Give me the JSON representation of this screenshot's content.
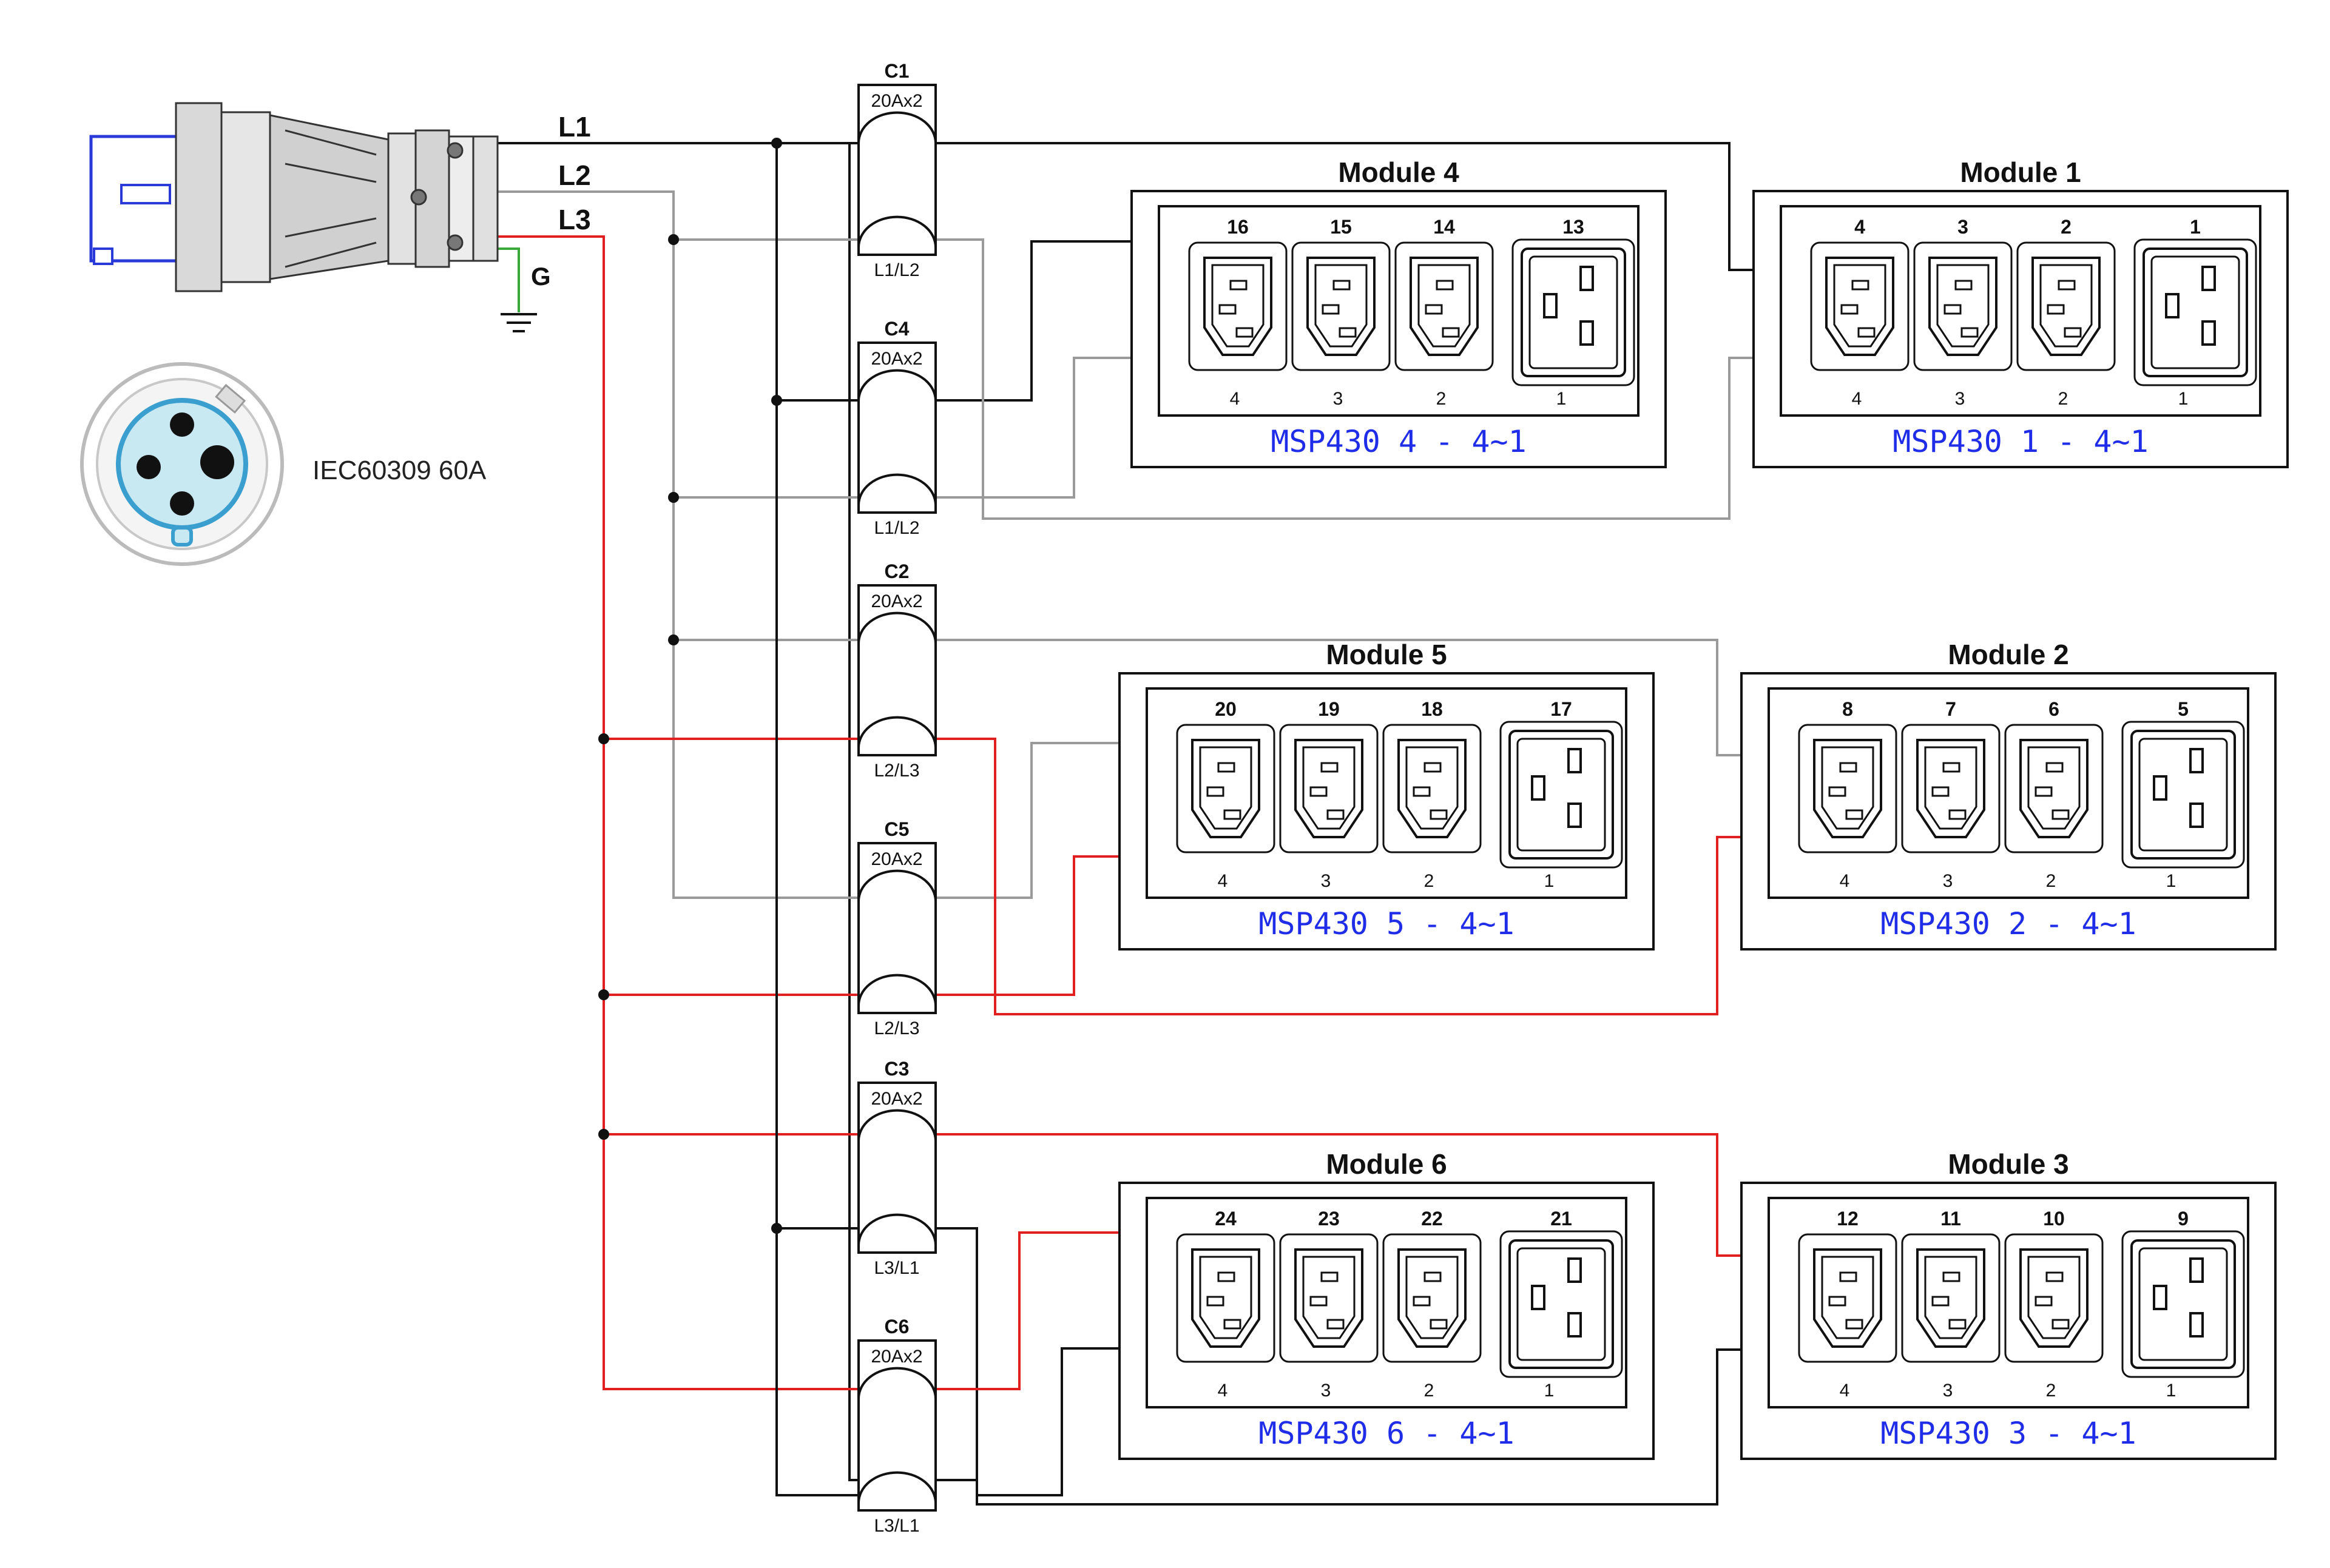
{
  "colors": {
    "line_black": "#111111",
    "line_gray": "#9a9a9a",
    "line_red": "#e02020",
    "ground_green": "#3aa83a",
    "module_text_blue": "#1f2de8",
    "plug_blue": "#2a3ad8"
  },
  "plug": {
    "label": "IEC60309 60A",
    "phase_labels": [
      "L1",
      "L2",
      "L3"
    ],
    "ground_label": "G"
  },
  "breakers": [
    {
      "id": "C1",
      "rating": "20Ax2",
      "phases": "L1/L2"
    },
    {
      "id": "C4",
      "rating": "20Ax2",
      "phases": "L1/L2"
    },
    {
      "id": "C2",
      "rating": "20Ax2",
      "phases": "L2/L3"
    },
    {
      "id": "C5",
      "rating": "20Ax2",
      "phases": "L2/L3"
    },
    {
      "id": "C3",
      "rating": "20Ax2",
      "phases": "L3/L1"
    },
    {
      "id": "C6",
      "rating": "20Ax2",
      "phases": "L3/L1"
    }
  ],
  "modules": [
    {
      "title": "Module  4",
      "numbers": [
        "16",
        "15",
        "14",
        "13"
      ],
      "sub": [
        "4",
        "3",
        "2",
        "1"
      ],
      "model": "MSP430  4  -  4~1"
    },
    {
      "title": "Module 1",
      "numbers": [
        "4",
        "3",
        "2",
        "1"
      ],
      "sub": [
        "4",
        "3",
        "2",
        "1"
      ],
      "model": "MSP430  1  -  4~1"
    },
    {
      "title": "Module  5",
      "numbers": [
        "20",
        "19",
        "18",
        "17"
      ],
      "sub": [
        "4",
        "3",
        "2",
        "1"
      ],
      "model": "MSP430  5  -  4~1"
    },
    {
      "title": "Module 2",
      "numbers": [
        "8",
        "7",
        "6",
        "5"
      ],
      "sub": [
        "4",
        "3",
        "2",
        "1"
      ],
      "model": "MSP430  2  -  4~1"
    },
    {
      "title": "Module  6",
      "numbers": [
        "24",
        "23",
        "22",
        "21"
      ],
      "sub": [
        "4",
        "3",
        "2",
        "1"
      ],
      "model": "MSP430  6  -  4~1"
    },
    {
      "title": "Module 3",
      "numbers": [
        "12",
        "11",
        "10",
        "9"
      ],
      "sub": [
        "4",
        "3",
        "2",
        "1"
      ],
      "model": "MSP430  3  -  4~1"
    }
  ]
}
